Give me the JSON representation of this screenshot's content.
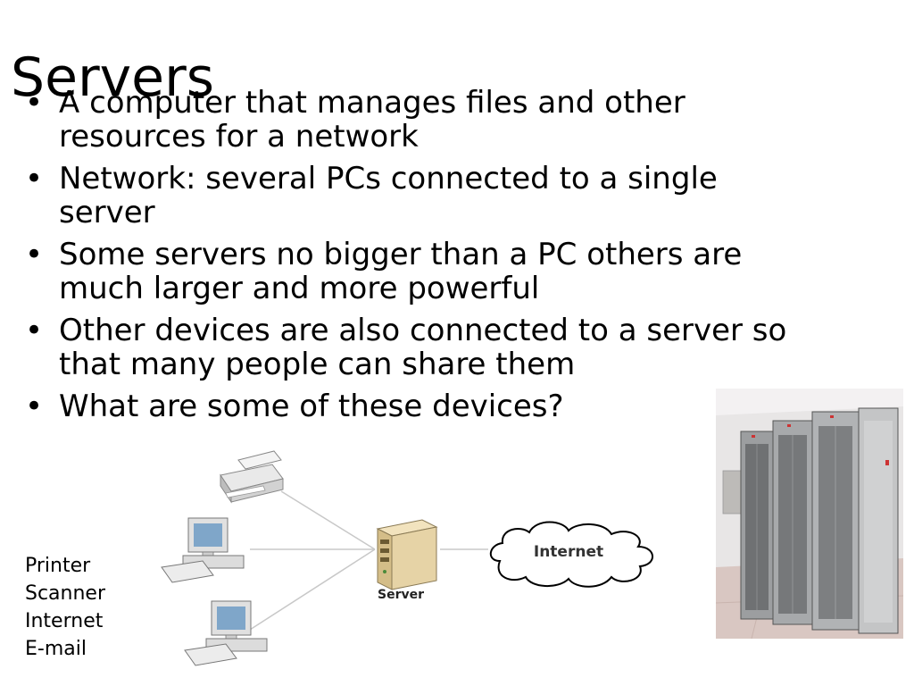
{
  "slide": {
    "title": "Servers",
    "bullets": [
      "A computer that manages files and other resources for a network",
      "Network: several PCs connected to a single server",
      "Some servers no bigger than a PC others are much larger and more powerful",
      "Other devices are also connected to a server so that many people can share them",
      "What are some of these devices?"
    ],
    "answers": [
      "Printer",
      "Scanner",
      "Internet",
      "E-mail"
    ]
  },
  "diagram": {
    "server_label": "Server",
    "cloud_label": "Internet",
    "icons": [
      "printer-icon",
      "computer-icon",
      "server-icon",
      "cloud-icon"
    ]
  },
  "photo": {
    "subject": "server-racks-photo"
  },
  "colors": {
    "text": "#000000",
    "background": "#ffffff",
    "line": "#c8c8c8",
    "server_tan": "#e6d3a6",
    "monitor_screen": "#7fa6c9"
  }
}
